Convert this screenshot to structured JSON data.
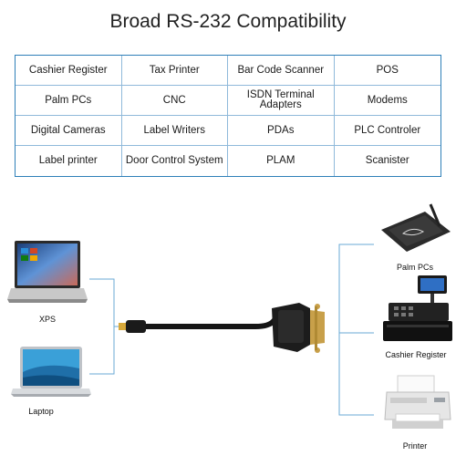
{
  "title": "Broad RS-232 Compatibility",
  "grid": [
    "Cashier Register",
    "Tax Printer",
    "Bar Code Scanner",
    "POS",
    "Palm PCs",
    "CNC",
    "ISDN Terminal Adapters",
    "Modems",
    "Digital Cameras",
    "Label Writers",
    "PDAs",
    "PLC Controler",
    "Label printer",
    "Door Control System",
    "PLAM",
    "Scanister"
  ],
  "left_devices": [
    {
      "label": "XPS",
      "icon": "laptop-icon"
    },
    {
      "label": "Laptop",
      "icon": "macbook-icon"
    }
  ],
  "right_devices": [
    {
      "label": "Palm PCs",
      "icon": "tablet-icon"
    },
    {
      "label": "Cashier Register",
      "icon": "cash-register-icon"
    },
    {
      "label": "Printer",
      "icon": "printer-icon"
    }
  ],
  "cable": {
    "icon": "rs232-cable-icon"
  },
  "colors": {
    "accent": "#2e7fb8",
    "connector_line": "#6aaad6"
  }
}
